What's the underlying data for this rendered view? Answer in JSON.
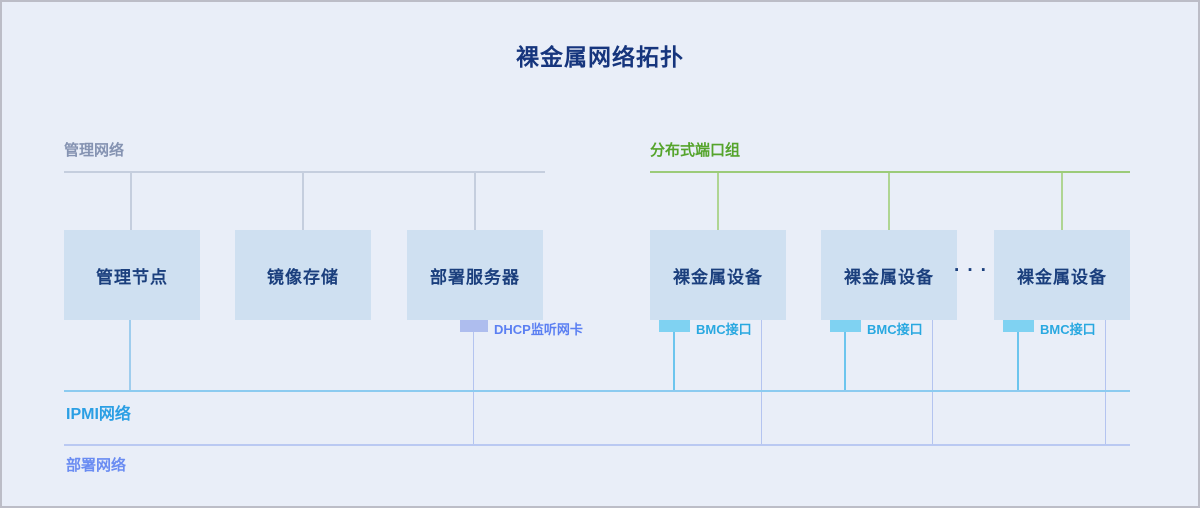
{
  "title": "裸金属网络拓扑",
  "management_network": {
    "label": "管理网络",
    "nodes": [
      "管理节点",
      "镜像存储",
      "部署服务器"
    ]
  },
  "distributed_port_group": {
    "label": "分布式端口组",
    "devices": [
      "裸金属设备",
      "裸金属设备",
      "裸金属设备"
    ],
    "ellipsis": "···"
  },
  "nics": {
    "dhcp_listener": "DHCP监听网卡",
    "bmc_port": "BMC接口"
  },
  "ipmi_network": {
    "label": "IPMI网络"
  },
  "deployment_network": {
    "label": "部署网络"
  },
  "colors": {
    "background": "#e9eef8",
    "title_text": "#16357d",
    "management_label": "#8593b2",
    "management_line": "#c5cede",
    "port_group_green": "#55a42c",
    "port_group_line": "#9ccb79",
    "node_box_fill": "#cfe0f1",
    "node_box_text": "#1b3f7d",
    "dhcp_tab": "#aebdee",
    "dhcp_text": "#5b7ff2",
    "bmc_tab": "#7fd2f2",
    "bmc_text": "#29a8e0",
    "ipmi_line": "#8ccbf0",
    "ipmi_text": "#2b9fe4",
    "deployment_line": "#bac9f2",
    "deployment_text": "#6a8cf2"
  }
}
